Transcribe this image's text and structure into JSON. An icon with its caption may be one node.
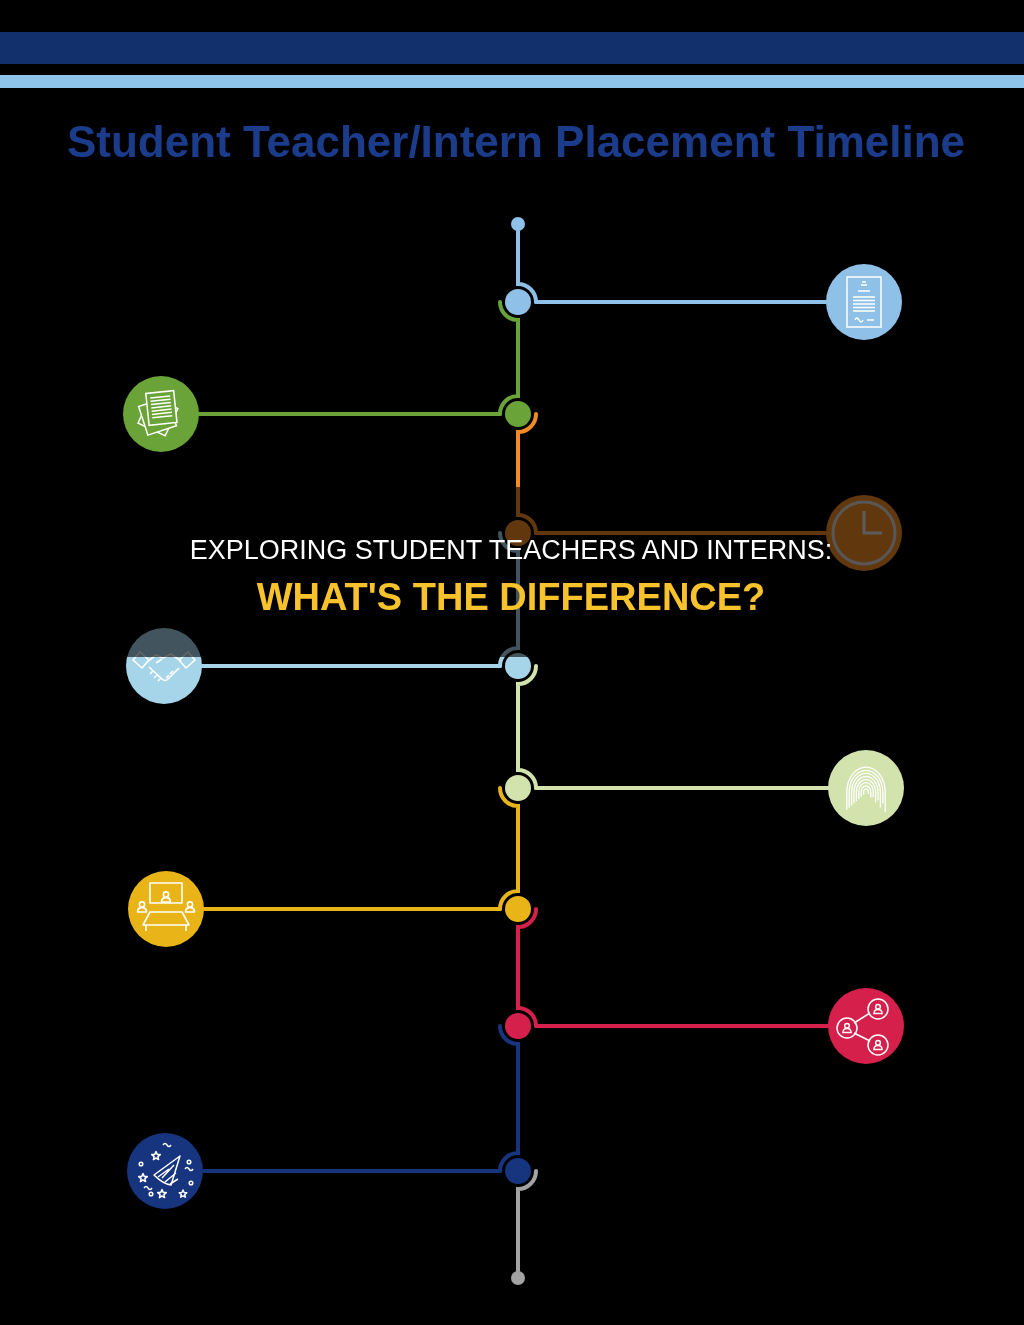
{
  "diagram": {
    "title": "Student Teacher/Intern Placement Timeline",
    "nodes": [
      {
        "text": [],
        "shape": "circle"
      },
      {
        "text": [],
        "shape": "circle"
      },
      {
        "text": [],
        "shape": "picture"
      },
      {
        "text": [],
        "shape": "circle"
      },
      {
        "text": [],
        "shape": "picture"
      },
      {
        "text": [],
        "shape": "circle"
      },
      {
        "text": [],
        "shape": "picture"
      },
      {
        "text": [],
        "shape": "circle"
      },
      {
        "text": [],
        "shape": "picture"
      },
      {
        "text": [],
        "shape": "circle"
      },
      {
        "text": [],
        "shape": "picture"
      },
      {
        "text": [],
        "shape": "circle"
      },
      {
        "text": [],
        "shape": "picture"
      },
      {
        "text": [],
        "shape": "circle"
      },
      {
        "text": [],
        "shape": "picture"
      },
      {
        "text": [],
        "shape": "circle"
      },
      {
        "text": [],
        "shape": "picture"
      },
      {
        "text": [],
        "shape": "circle"
      }
    ],
    "edges": [
      {
        "from": 0,
        "to": 1,
        "arrow": "none",
        "color": "#8ec0e8"
      },
      {
        "from": 1,
        "to": 2,
        "arrow": "none",
        "color": "#8ec0e8"
      },
      {
        "from": 1,
        "to": 3,
        "arrow": "none",
        "color": "#6aa338"
      },
      {
        "from": 3,
        "to": 4,
        "arrow": "none",
        "color": "#6aa338"
      },
      {
        "from": 3,
        "to": 5,
        "arrow": "none",
        "color": "#f28a25"
      },
      {
        "from": 5,
        "to": 6,
        "arrow": "none",
        "color": "#f28a25"
      },
      {
        "from": 5,
        "to": 7,
        "arrow": "none",
        "color": "#a6d5ea"
      },
      {
        "from": 7,
        "to": 8,
        "arrow": "none",
        "color": "#a6d5ea"
      },
      {
        "from": 7,
        "to": 9,
        "arrow": "none",
        "color": "#d2e3ae"
      },
      {
        "from": 9,
        "to": 10,
        "arrow": "none",
        "color": "#d2e3ae"
      },
      {
        "from": 9,
        "to": 11,
        "arrow": "none",
        "color": "#e8b417"
      },
      {
        "from": 11,
        "to": 12,
        "arrow": "none",
        "color": "#e8b417"
      },
      {
        "from": 11,
        "to": 13,
        "arrow": "none",
        "color": "#d4204b"
      },
      {
        "from": 13,
        "to": 14,
        "arrow": "none",
        "color": "#d4204b"
      },
      {
        "from": 13,
        "to": 15,
        "arrow": "none",
        "color": "#17357e"
      },
      {
        "from": 15,
        "to": 16,
        "arrow": "none",
        "color": "#17357e"
      },
      {
        "from": 15,
        "to": 17,
        "arrow": "none",
        "color": "#a3a3a3"
      }
    ],
    "labels": [
      "EXPLORING STUDENT TEACHERS AND INTERNS:",
      "WHAT'S THE DIFFERENCE?"
    ]
  }
}
